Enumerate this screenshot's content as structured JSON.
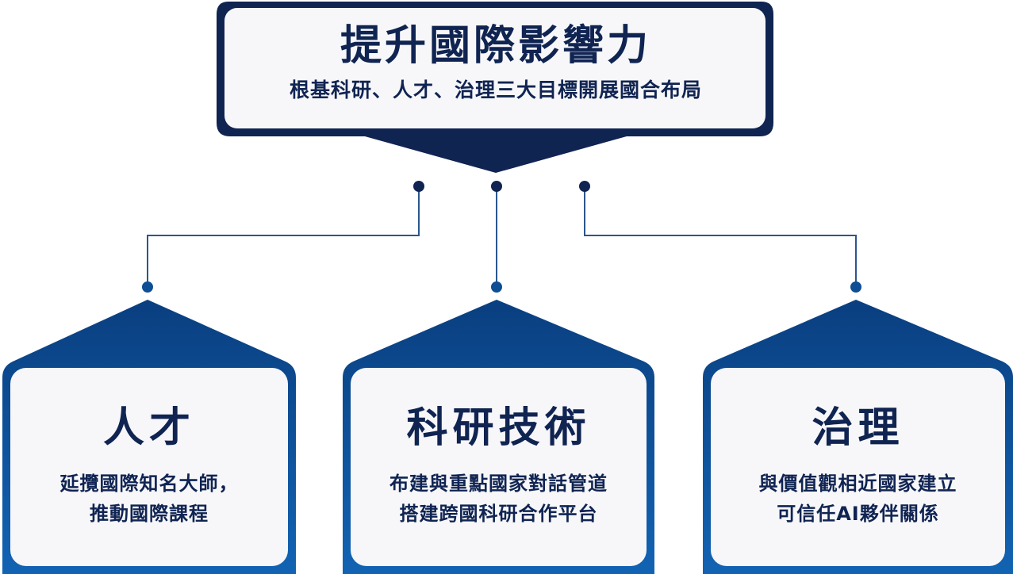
{
  "main": {
    "title": "提升國際影響力",
    "subtitle": "根基科研、人才、治理三大目標開展國合布局"
  },
  "pillars": [
    {
      "title": "人才",
      "lines": [
        "延攬國際知名大師，",
        "推動國際課程"
      ]
    },
    {
      "title": "科研技術",
      "lines": [
        "布建與重點國家對話管道",
        "搭建跨國科研合作平台"
      ]
    },
    {
      "title": "治理",
      "lines": [
        "與價值觀相近國家建立",
        "可信任AI夥伴關係"
      ]
    }
  ],
  "colors": {
    "navy": "#102452",
    "blue": "#0d4e94",
    "connector": "#2c568e",
    "card_fill": "#f7f7f9"
  }
}
